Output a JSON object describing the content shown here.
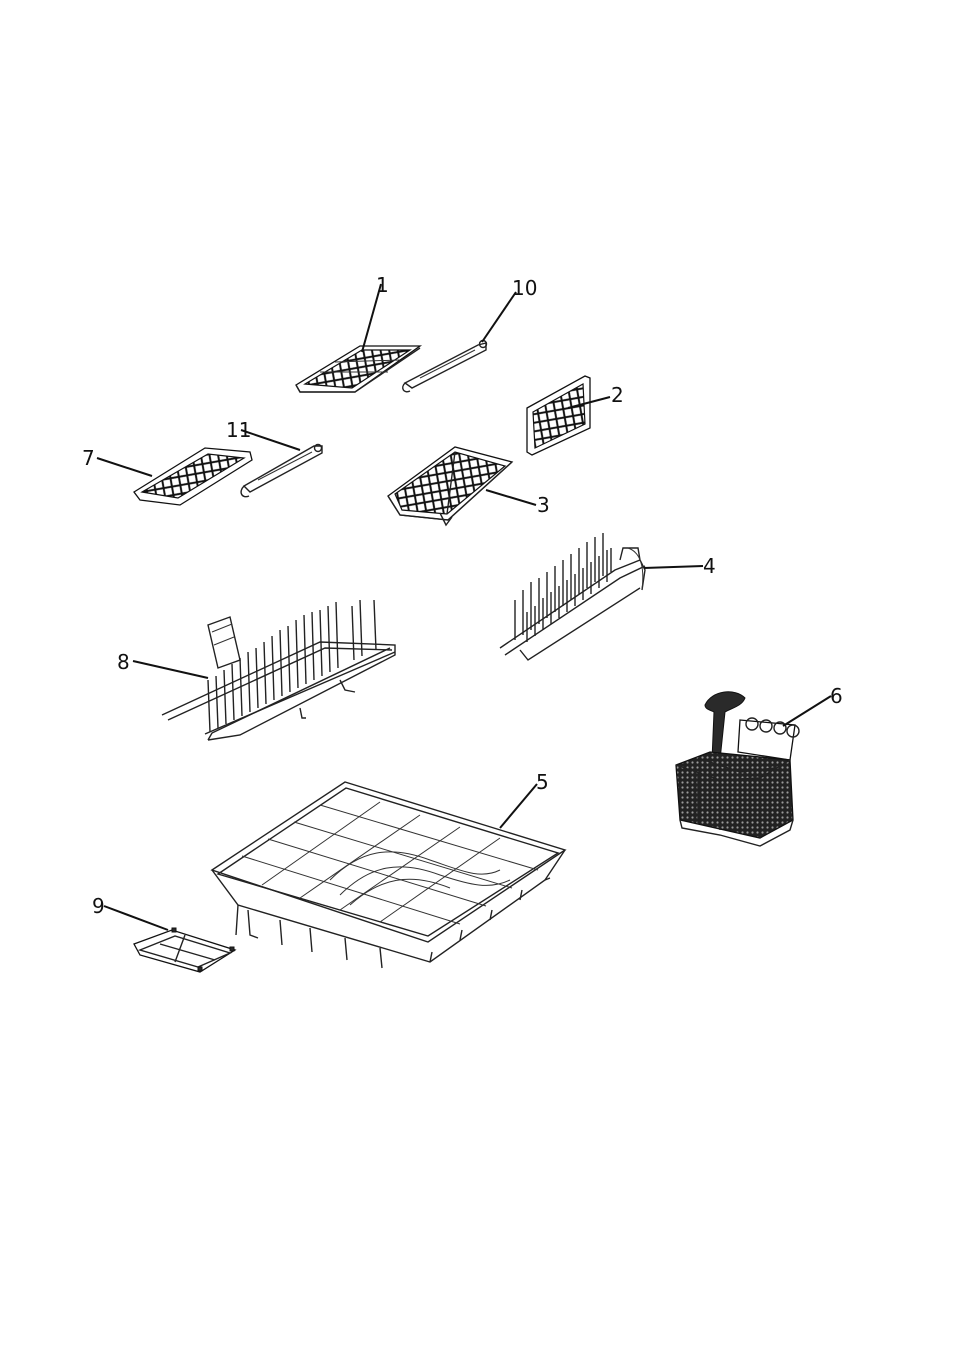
{
  "diagram": {
    "labels": {
      "part_1": "1",
      "part_2": "2",
      "part_3": "3",
      "part_4": "4",
      "part_5": "5",
      "part_6": "6",
      "part_7": "7",
      "part_8": "8",
      "part_9": "9",
      "part_10": "10",
      "part_11": "11"
    }
  }
}
